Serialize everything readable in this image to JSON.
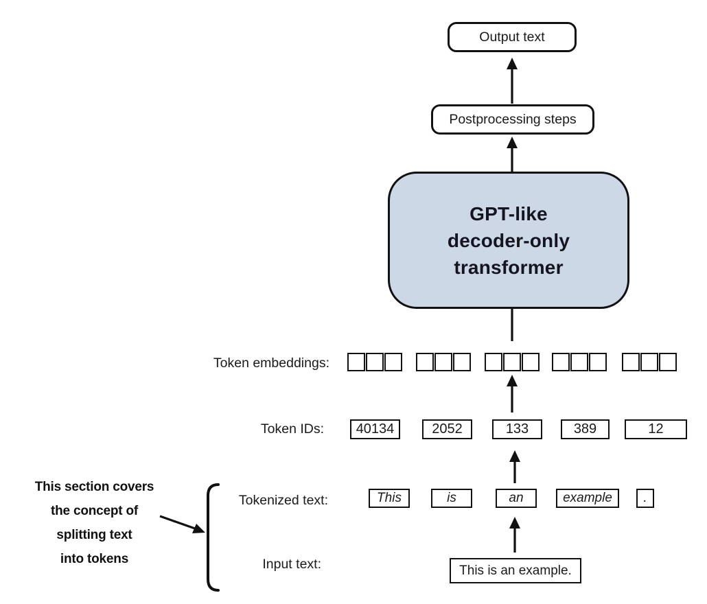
{
  "colors": {
    "background": "#ffffff",
    "box_border": "#111111",
    "transformer_fill": "#cdd8e6",
    "transformer_text": "#15151f",
    "text": "#1a1a1a"
  },
  "pipeline": {
    "output_box": {
      "label": "Output text"
    },
    "postprocessing_box": {
      "label": "Postprocessing steps"
    },
    "transformer_box": {
      "lines": [
        "GPT-like",
        "decoder-only",
        "transformer"
      ]
    }
  },
  "rows": {
    "token_embeddings": {
      "label": "Token embeddings:",
      "groups": 5,
      "cells_per_group": 3
    },
    "token_ids": {
      "label": "Token IDs:",
      "values": [
        "40134",
        "2052",
        "133",
        "389",
        "12"
      ]
    },
    "tokenized_text": {
      "label": "Tokenized text:",
      "tokens": [
        "This",
        "is",
        "an",
        "example",
        "."
      ]
    },
    "input_text": {
      "label": "Input text:",
      "value": "This is an example."
    }
  },
  "annotation": {
    "lines": [
      "This section covers",
      "the concept of",
      "splitting text",
      "into tokens"
    ]
  }
}
